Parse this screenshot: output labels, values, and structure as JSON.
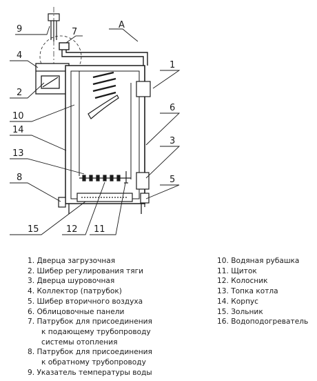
{
  "callouts": {
    "c9": "9",
    "c7": "7",
    "cA": "A",
    "c4": "4",
    "c1": "1",
    "c2": "2",
    "c6": "6",
    "c10": "10",
    "c14": "14",
    "c3": "3",
    "c13": "13",
    "c8": "8",
    "c5": "5",
    "c15": "15",
    "c12": "12",
    "c11": "11"
  },
  "legend_left": [
    {
      "id": "l1",
      "text": "1. Дверца загрузочная"
    },
    {
      "id": "l2",
      "text": "2. Шибер регулирования тяги"
    },
    {
      "id": "l3",
      "text": "3. Дверца шуровочная"
    },
    {
      "id": "l4",
      "text": "4. Коллектор (патрубок)"
    },
    {
      "id": "l5",
      "text": "5. Шибер вторичного воздуха"
    },
    {
      "id": "l6",
      "text": "6. Облицовочные панели"
    },
    {
      "id": "l7a",
      "text": "7. Патрубок для присоединения"
    },
    {
      "id": "l7b",
      "text": "к подающему  трубопроводу"
    },
    {
      "id": "l7c",
      "text": "системы отопления"
    },
    {
      "id": "l8a",
      "text": "8. Патрубок для присоединения"
    },
    {
      "id": "l8b",
      "text": "к обратному трубопроводу"
    },
    {
      "id": "l9",
      "text": "9.  Указатель температуры воды"
    }
  ],
  "legend_right": [
    {
      "id": "r10",
      "text": "10.  Водяная рубашка"
    },
    {
      "id": "r11",
      "text": "11.  Щиток"
    },
    {
      "id": "r12",
      "text": "12.  Колосник"
    },
    {
      "id": "r13",
      "text": "13.  Топка котла"
    },
    {
      "id": "r14",
      "text": "14.  Корпус"
    },
    {
      "id": "r15",
      "text": "15.  Зольник"
    },
    {
      "id": "r16",
      "text": "16.  Водоподогреватель"
    }
  ]
}
